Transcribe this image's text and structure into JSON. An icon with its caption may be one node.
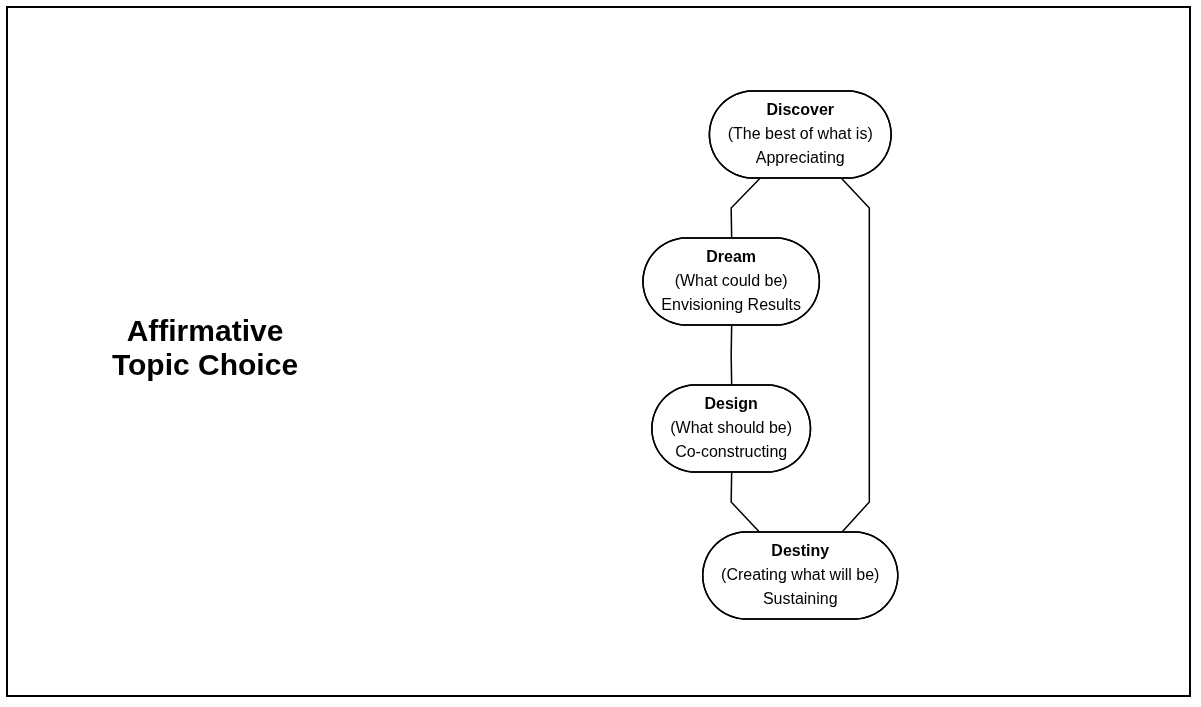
{
  "diagram": {
    "nodes": [
      {
        "text": [
          "Discover",
          "(The best of what is)",
          "Appreciating"
        ]
      },
      {
        "text": [
          "Dream",
          "(What could be)",
          "Envisioning Results"
        ]
      },
      {
        "text": [
          "Design",
          "(What should be)",
          "Co-constructing"
        ]
      },
      {
        "text": [
          "Destiny",
          "(Creating what will be)",
          "Sustaining"
        ]
      }
    ],
    "edges": [
      {
        "from": 0,
        "to": 1,
        "arrow": "none"
      },
      {
        "from": 1,
        "to": 2,
        "arrow": "none"
      },
      {
        "from": 2,
        "to": 3,
        "arrow": "none"
      },
      {
        "from": 3,
        "to": 0,
        "arrow": "none"
      }
    ],
    "labels": [
      "Affirmative Topic Choice"
    ]
  }
}
